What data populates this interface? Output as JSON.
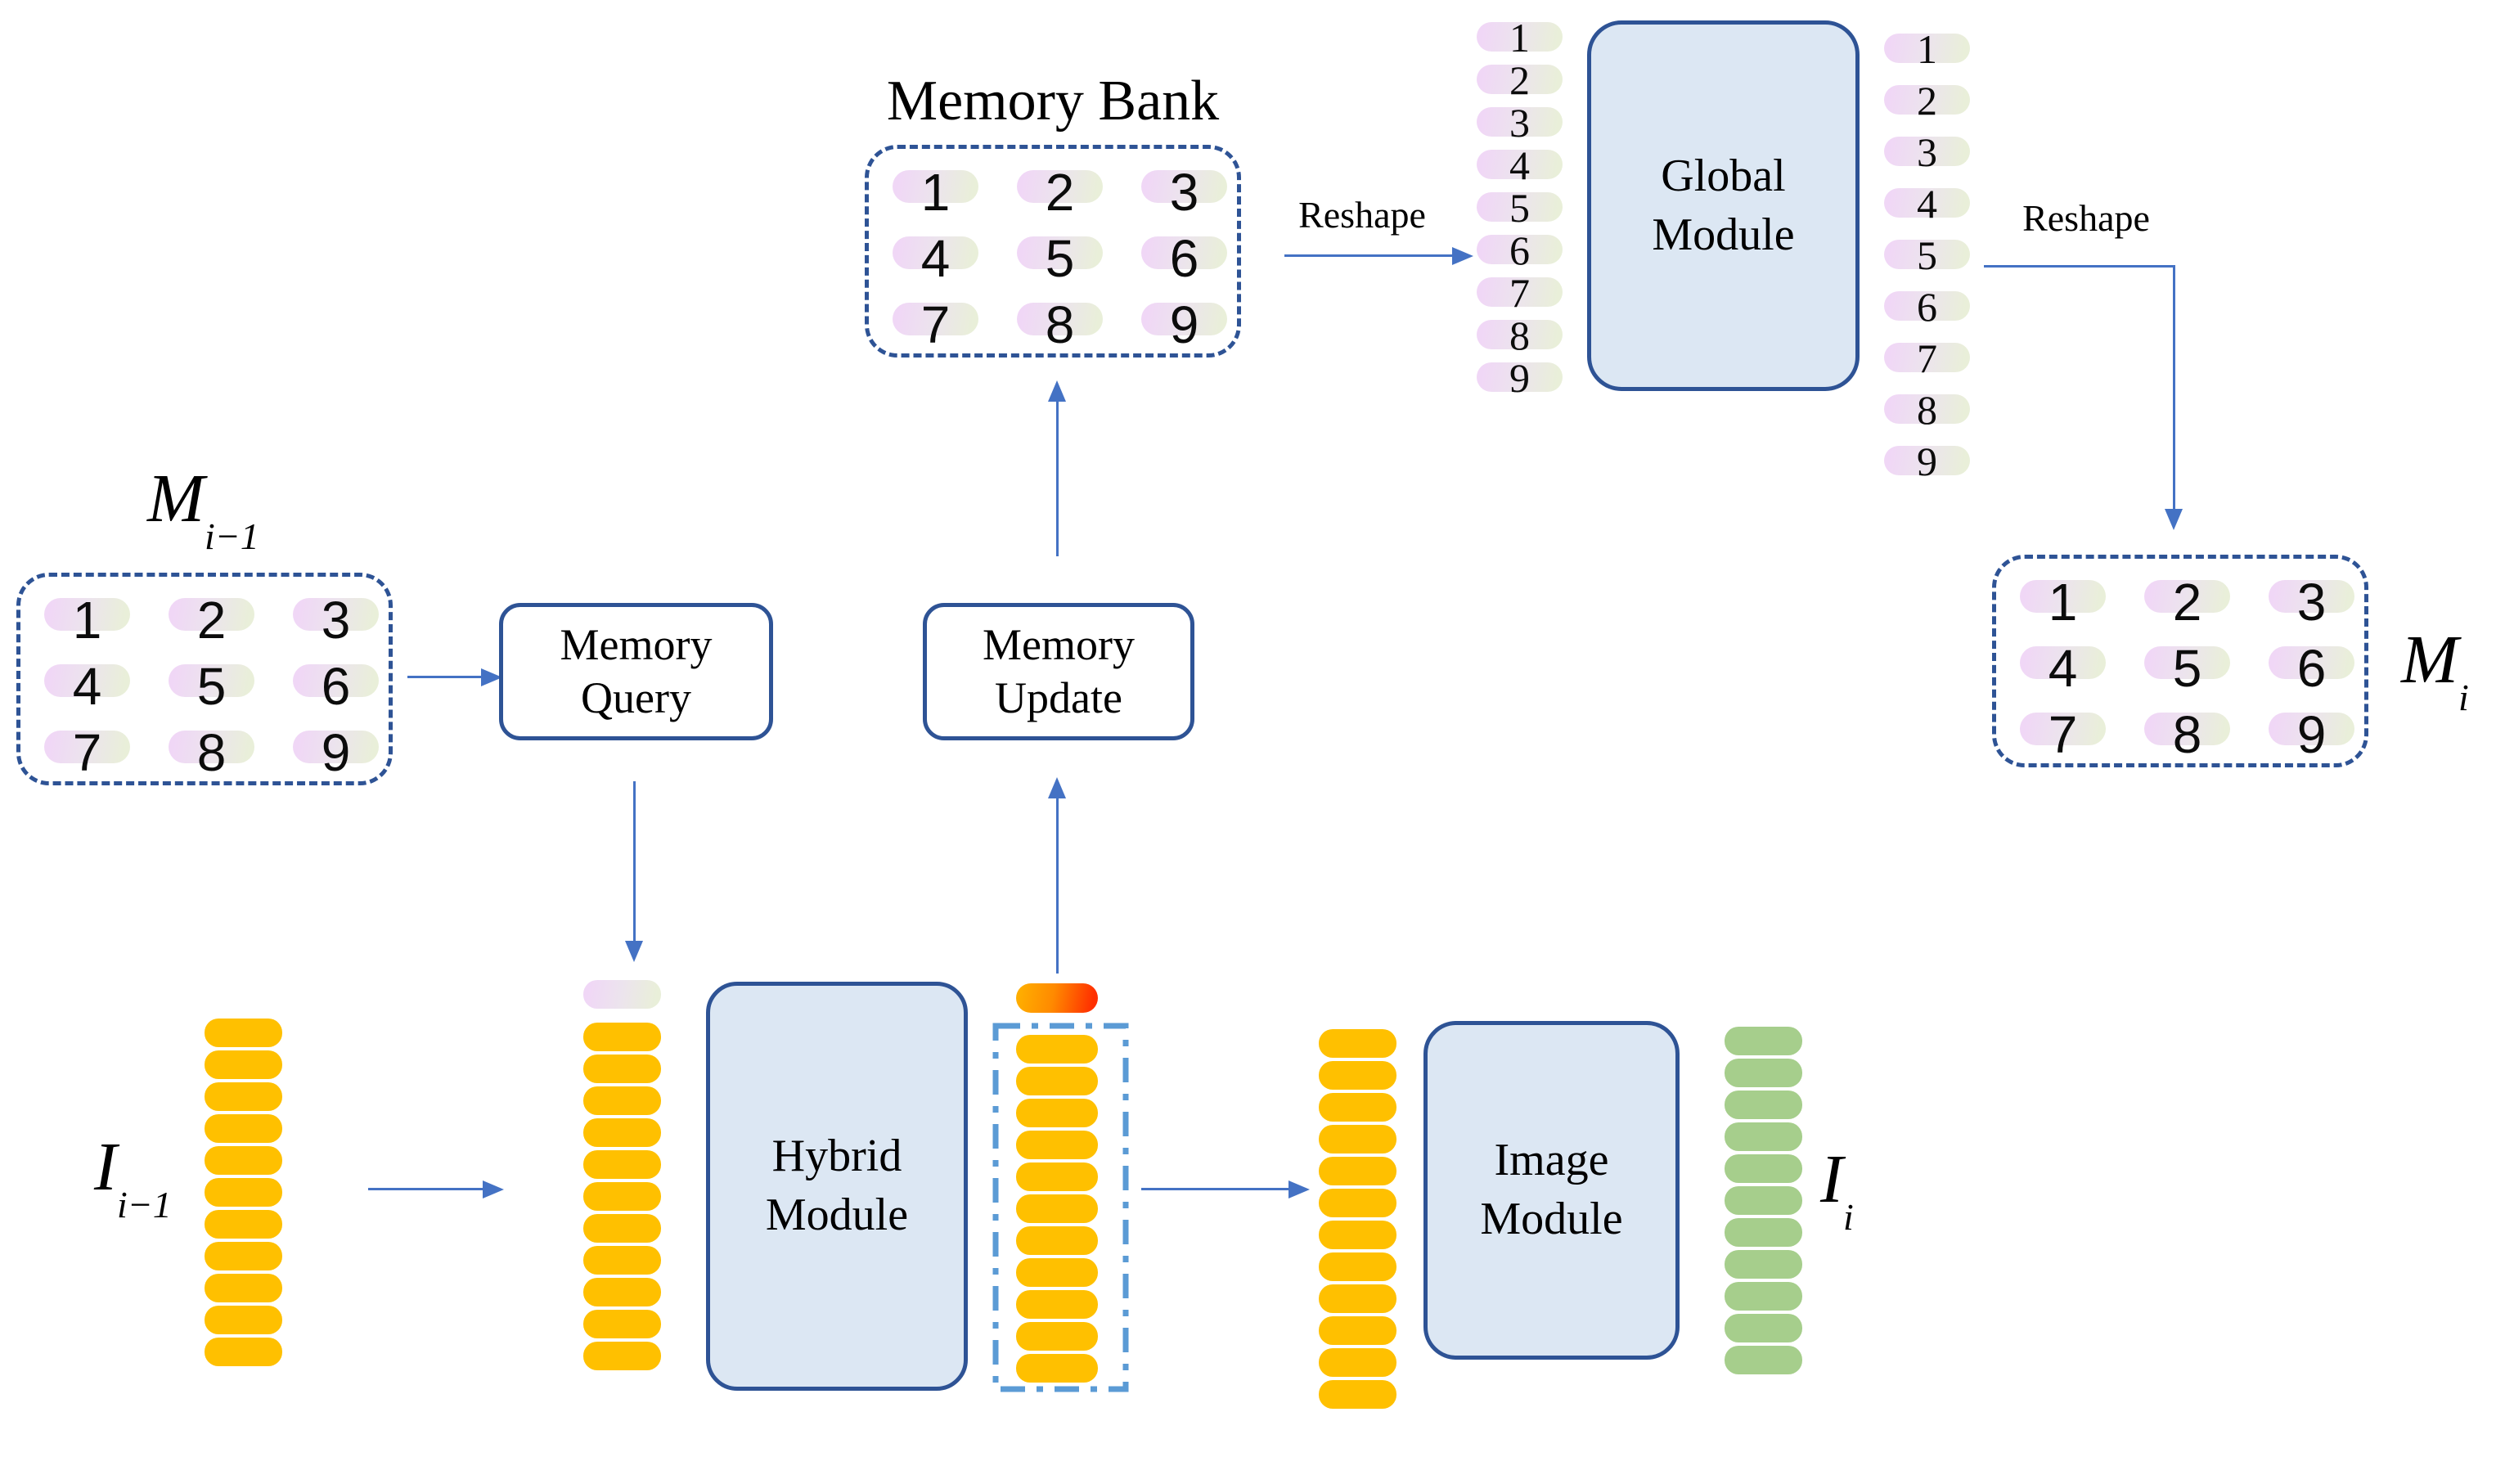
{
  "colors": {
    "accent_border": "#2E5395",
    "module_fill": "#DCE7F3",
    "arrow": "#4472C4",
    "dashdot": "#5B9BD5",
    "orange": "#FFC000",
    "green": "#A6CE8C",
    "mem_grad_start": "#F0D7F6",
    "mem_grad_end": "#E9EFD9",
    "red_grad_start": "#FFAE00",
    "red_grad_end": "#FF3000"
  },
  "titles": {
    "memory_bank": "Memory Bank"
  },
  "labels": {
    "reshape_left": "Reshape",
    "reshape_right": "Reshape",
    "m_prev": {
      "main": "M",
      "sub": "i−1"
    },
    "m_next": {
      "main": "M",
      "sub": "i"
    },
    "i_prev": {
      "main": "I",
      "sub": "i−1"
    },
    "i_next": {
      "main": "I",
      "sub": "i"
    }
  },
  "modules": {
    "global": {
      "line1": "Global",
      "line2": "Module"
    },
    "hybrid": {
      "line1": "Hybrid",
      "line2": "Module"
    },
    "image": {
      "line1": "Image",
      "line2": "Module"
    },
    "memory_query": {
      "line1": "Memory",
      "line2": "Query"
    },
    "memory_update": {
      "line1": "Memory",
      "line2": "Update"
    }
  },
  "grids": {
    "cells": [
      "1",
      "2",
      "3",
      "4",
      "5",
      "6",
      "7",
      "8",
      "9"
    ]
  },
  "token_columns": {
    "global_in": [
      "1",
      "2",
      "3",
      "4",
      "5",
      "6",
      "7",
      "8",
      "9"
    ],
    "global_out": [
      "1",
      "2",
      "3",
      "4",
      "5",
      "6",
      "7",
      "8",
      "9"
    ]
  },
  "pill_counts": {
    "i_prev": 11,
    "hybrid_in": 11,
    "hybrid_out": 11,
    "image_in": 12,
    "image_out": 11
  }
}
